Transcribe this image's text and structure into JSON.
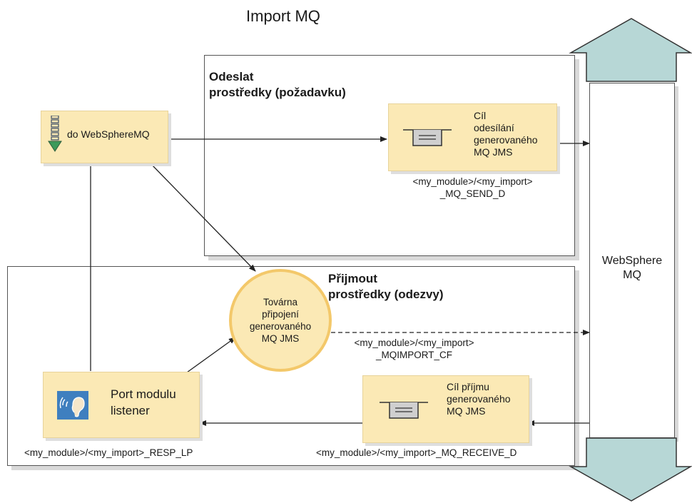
{
  "title": "Import MQ",
  "send_group": {
    "label_line1": "Odeslat",
    "label_line2": "prostředky (požadavku)"
  },
  "receive_group": {
    "label_line1": "Přijmout",
    "label_line2": "prostředky (odezvy)"
  },
  "websphere_box": {
    "label": "do WebSphereMQ",
    "icon": "download-queue-icon"
  },
  "send_destination": {
    "lines": [
      "Cíl",
      "odesílání",
      "generovaného",
      "MQ JMS"
    ],
    "path_line1": "<my_module>/<my_import>",
    "path_line2": "_MQ_SEND_D",
    "icon": "queue-tray-icon"
  },
  "connection_factory": {
    "lines": [
      "Továrna",
      "připojení",
      "generovaného",
      "MQ JMS"
    ],
    "path_line1": "<my_module>/<my_import>",
    "path_line2": "_MQIMPORT_CF"
  },
  "receive_destination": {
    "lines": [
      "Cíl příjmu",
      "generovaného",
      "MQ JMS"
    ],
    "path": "<my_module>/<my_import>_MQ_RECEIVE_D",
    "icon": "queue-tray-icon"
  },
  "listener_port": {
    "line1": "Port modulu",
    "line2": "listener",
    "path": "<my_module>/<my_import>_RESP_LP",
    "icon": "listener-ear-icon"
  },
  "mq_column": {
    "line1": "WebSphere",
    "line2": "MQ"
  },
  "colors": {
    "box": "#fbe9b5",
    "circle_fill": "#fbe9b5",
    "circle_border": "#f3c86a",
    "arrow_fill": "#b7d7d6",
    "arrow_stroke": "#333333"
  }
}
